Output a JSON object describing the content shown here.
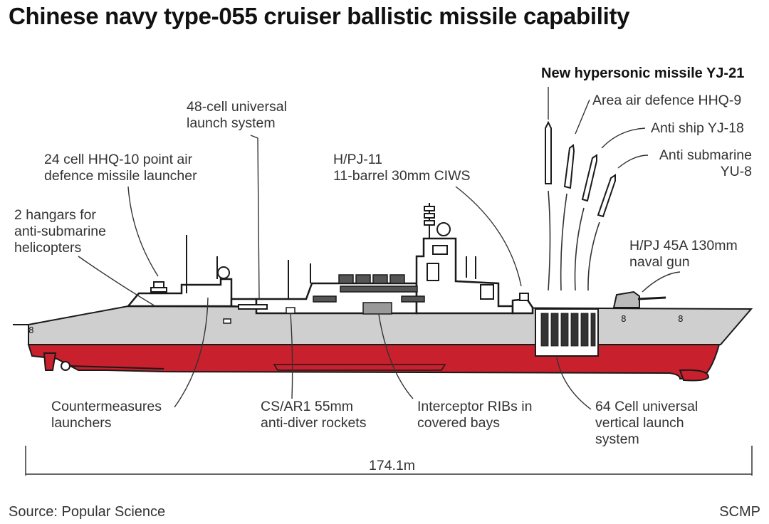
{
  "title": "Chinese navy type-055 cruiser ballistic missile capability",
  "labels": {
    "yj21": "New hypersonic missile YJ-21",
    "hhq9": "Area air defence HHQ-9",
    "yj18": "Anti ship YJ-18",
    "yu8": "Anti submarine\nYU-8",
    "gun": "H/PJ 45A 130mm\nnaval gun",
    "ciws": "H/PJ-11\n11-barrel 30mm CIWS",
    "uls48": "48-cell universal\nlaunch system",
    "hhq10": "24 cell HHQ-10 point air\ndefence missile launcher",
    "hangars": "2 hangars for\nanti-submarine\nhelicopters",
    "counter": "Countermeasures\nlaunchers",
    "rockets": "CS/AR1 55mm\nanti-diver rockets",
    "ribs": "Interceptor RIBs in\ncovered bays",
    "vls64": "64 Cell universal\nvertical launch\nsystem"
  },
  "length": "174.1m",
  "source": "Source: Popular Science",
  "credit": "SCMP",
  "colors": {
    "hull_red": "#c8202c",
    "hull_grey": "#cfcfcf",
    "outline": "#1a1a1a",
    "leader": "#333333"
  }
}
